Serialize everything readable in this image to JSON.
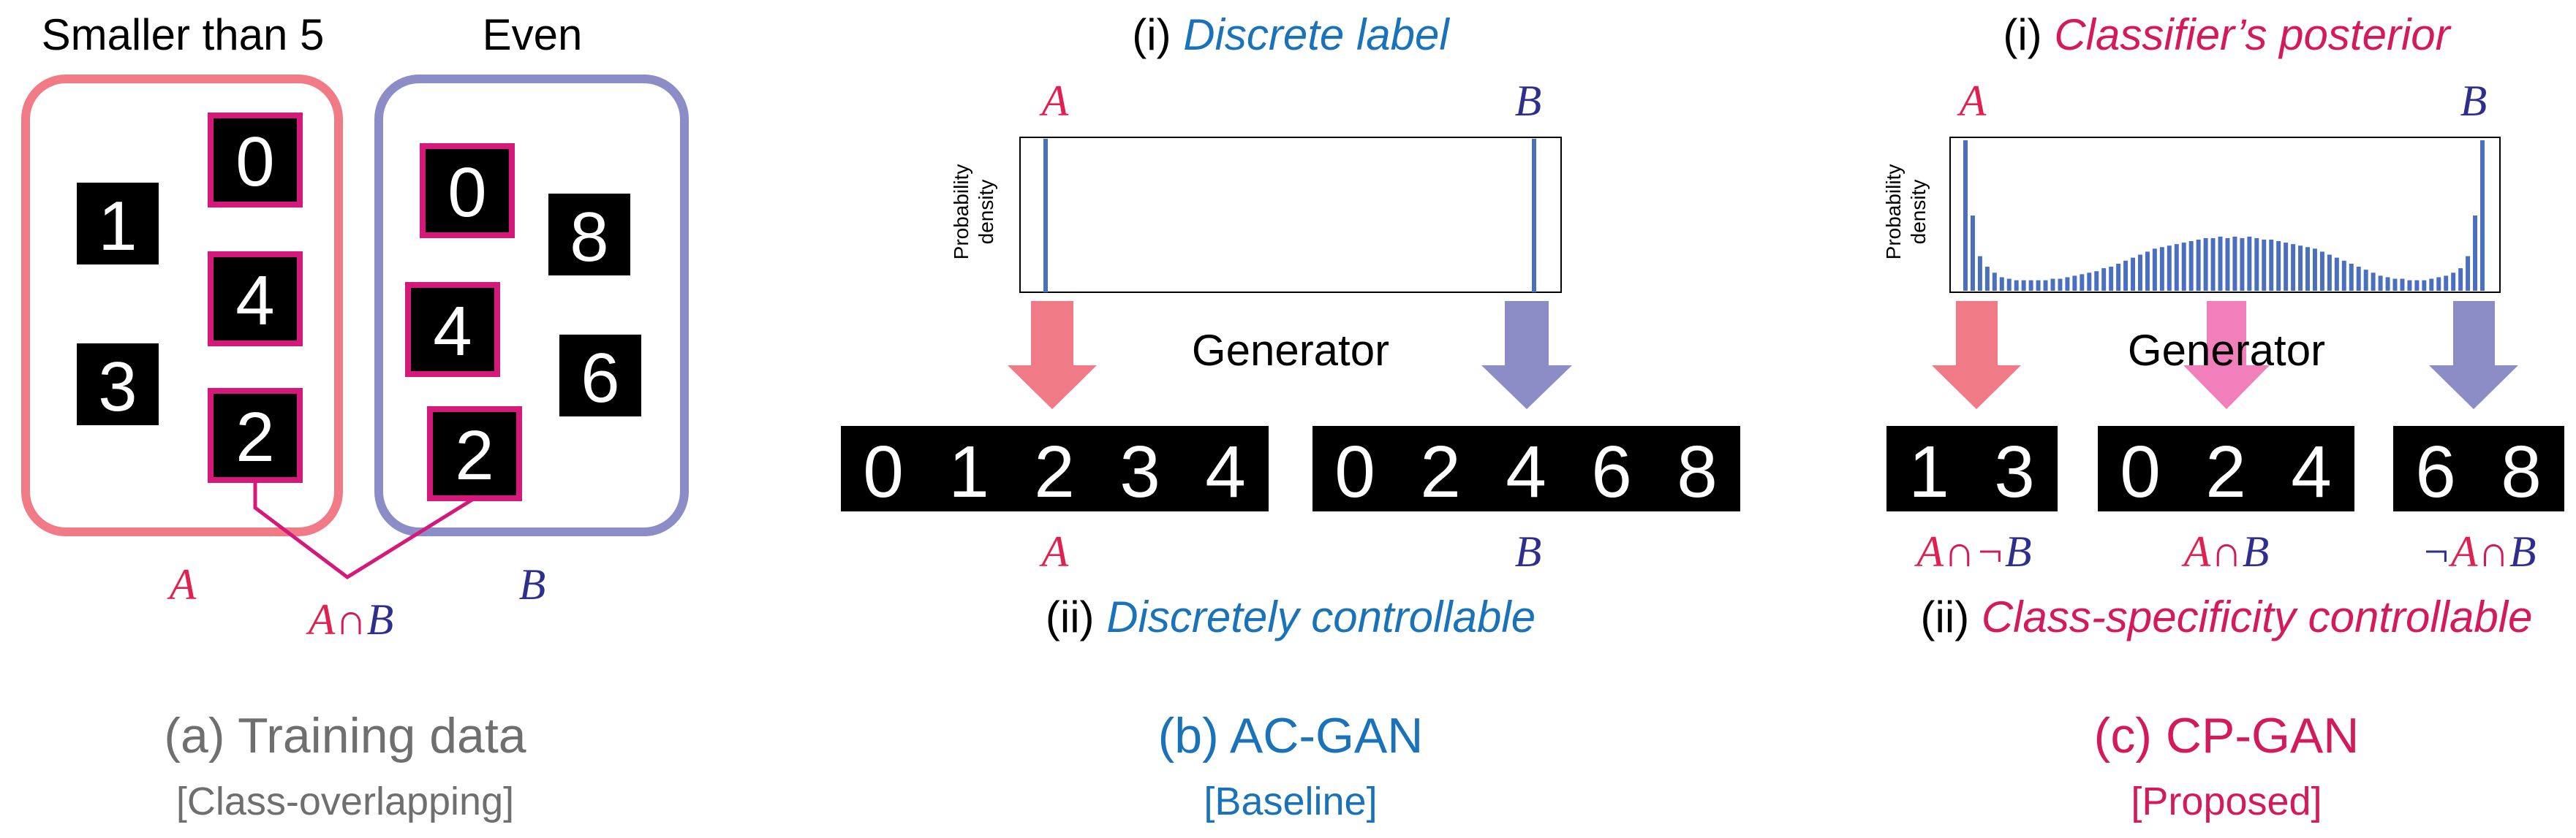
{
  "colors": {
    "red": "#e0204e",
    "crimson": "#d41a5b",
    "navy": "#2e2f8c",
    "blue": "#1a72b8",
    "gray": "#6f6f6f",
    "pink_box": "#f07a85",
    "lav_box": "#8c8cc6",
    "magenta": "#d4197a",
    "arrow_red": "#f07a85",
    "arrow_purple": "#8c8cc6",
    "arrow_pink": "#f07fbc",
    "bar_blue": "#4a6fc0"
  },
  "panel_a": {
    "title_left": "Smaller than 5",
    "title_right": "Even",
    "digits_a_only": [
      "1",
      "3"
    ],
    "digits_overlap_a": [
      "0",
      "4",
      "2"
    ],
    "digits_overlap_b": [
      "0",
      "4",
      "2"
    ],
    "digits_b_only": [
      "8",
      "6"
    ],
    "label_a": "A",
    "label_b": "B",
    "label_ab_a": "A",
    "label_ab_cap": "∩",
    "label_ab_b": "B",
    "caption": "(a) Training data",
    "subcaption": "[Class-overlapping]"
  },
  "panel_b": {
    "top_prefix": "(i) ",
    "top_title": "Discrete label",
    "label_a": "A",
    "label_b": "B",
    "ylabel_line1": "Probability",
    "ylabel_line2": "density",
    "generator": "Generator",
    "digits_a": [
      "0",
      "1",
      "2",
      "3",
      "4"
    ],
    "digits_b": [
      "0",
      "2",
      "4",
      "6",
      "8"
    ],
    "out_label_a": "A",
    "out_label_b": "B",
    "bottom_prefix": "(ii) ",
    "bottom_title": "Discretely controllable",
    "caption": "(b) AC-GAN",
    "subcaption": "[Baseline]"
  },
  "panel_c": {
    "top_prefix": "(i) ",
    "top_title": "Classifier’s posterior",
    "label_a": "A",
    "label_b": "B",
    "ylabel_line1": "Probability",
    "ylabel_line2": "density",
    "generator": "Generator",
    "digits_1": [
      "1",
      "3"
    ],
    "digits_2": [
      "0",
      "2",
      "4"
    ],
    "digits_3": [
      "6",
      "8"
    ],
    "out1_a": "A",
    "out1_op": "∩¬",
    "out1_b": "B",
    "out2_a": "A",
    "out2_op": "∩",
    "out2_b": "B",
    "out3_neg": "¬",
    "out3_a": "A",
    "out3_op": "∩",
    "out3_b": "B",
    "bottom_prefix": "(ii) ",
    "bottom_title": "Class-specificity controllable",
    "caption": "(c) CP-GAN",
    "subcaption": "[Proposed]"
  },
  "chart_data": {
    "type": "bar",
    "histogram": [
      1.0,
      0.5,
      0.23,
      0.16,
      0.12,
      0.09,
      0.08,
      0.07,
      0.07,
      0.07,
      0.07,
      0.07,
      0.08,
      0.08,
      0.09,
      0.1,
      0.11,
      0.12,
      0.13,
      0.15,
      0.16,
      0.18,
      0.2,
      0.22,
      0.24,
      0.26,
      0.28,
      0.29,
      0.3,
      0.31,
      0.32,
      0.33,
      0.34,
      0.35,
      0.35,
      0.36,
      0.35,
      0.36,
      0.35,
      0.36,
      0.35,
      0.34,
      0.34,
      0.33,
      0.32,
      0.31,
      0.3,
      0.29,
      0.28,
      0.26,
      0.24,
      0.22,
      0.2,
      0.18,
      0.16,
      0.14,
      0.12,
      0.1,
      0.09,
      0.08,
      0.08,
      0.07,
      0.07,
      0.07,
      0.08,
      0.09,
      0.1,
      0.12,
      0.15,
      0.23,
      0.5,
      1.0
    ]
  }
}
